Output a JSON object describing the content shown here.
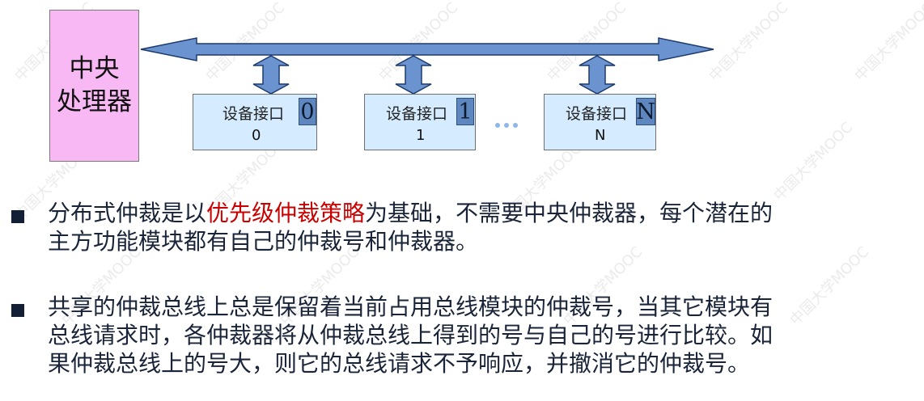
{
  "watermark_text": "中国大学MOOC",
  "cpu": {
    "line1": "中央",
    "line2": "处理器"
  },
  "devices": [
    {
      "label": "设备接口",
      "badge": "0",
      "number": "0"
    },
    {
      "label": "设备接口",
      "badge": "1",
      "number": "1"
    },
    {
      "label": "设备接口",
      "badge": "N",
      "number": "N"
    }
  ],
  "bullets": [
    {
      "before": "分布式仲裁是以",
      "highlight": "优先级仲裁策略",
      "line1_after": "为基础，不需要中央仲裁器，每个潜在的",
      "line2": "主方功能模块都有自己的仲裁号和仲裁器。"
    },
    {
      "line1": "共享的仲裁总线上总是保留着当前占用总线模块的仲裁号，当其它模块有",
      "line2": "总线请求时，各仲裁器将从仲裁总线上得到的号与自己的号进行比较。如",
      "line3": "果仲裁总线上的号大，则它的总线请求不予响应，并撤消它的仲裁号。"
    }
  ],
  "colors": {
    "bus": "#6b93cf",
    "bus_outline": "#1c3a6e",
    "cpu_fill": "#f7b8f3",
    "device_fill": "#d5ebff",
    "badge_fill": "#5f87bf",
    "highlight": "#c90000",
    "text": "#1a2438"
  }
}
